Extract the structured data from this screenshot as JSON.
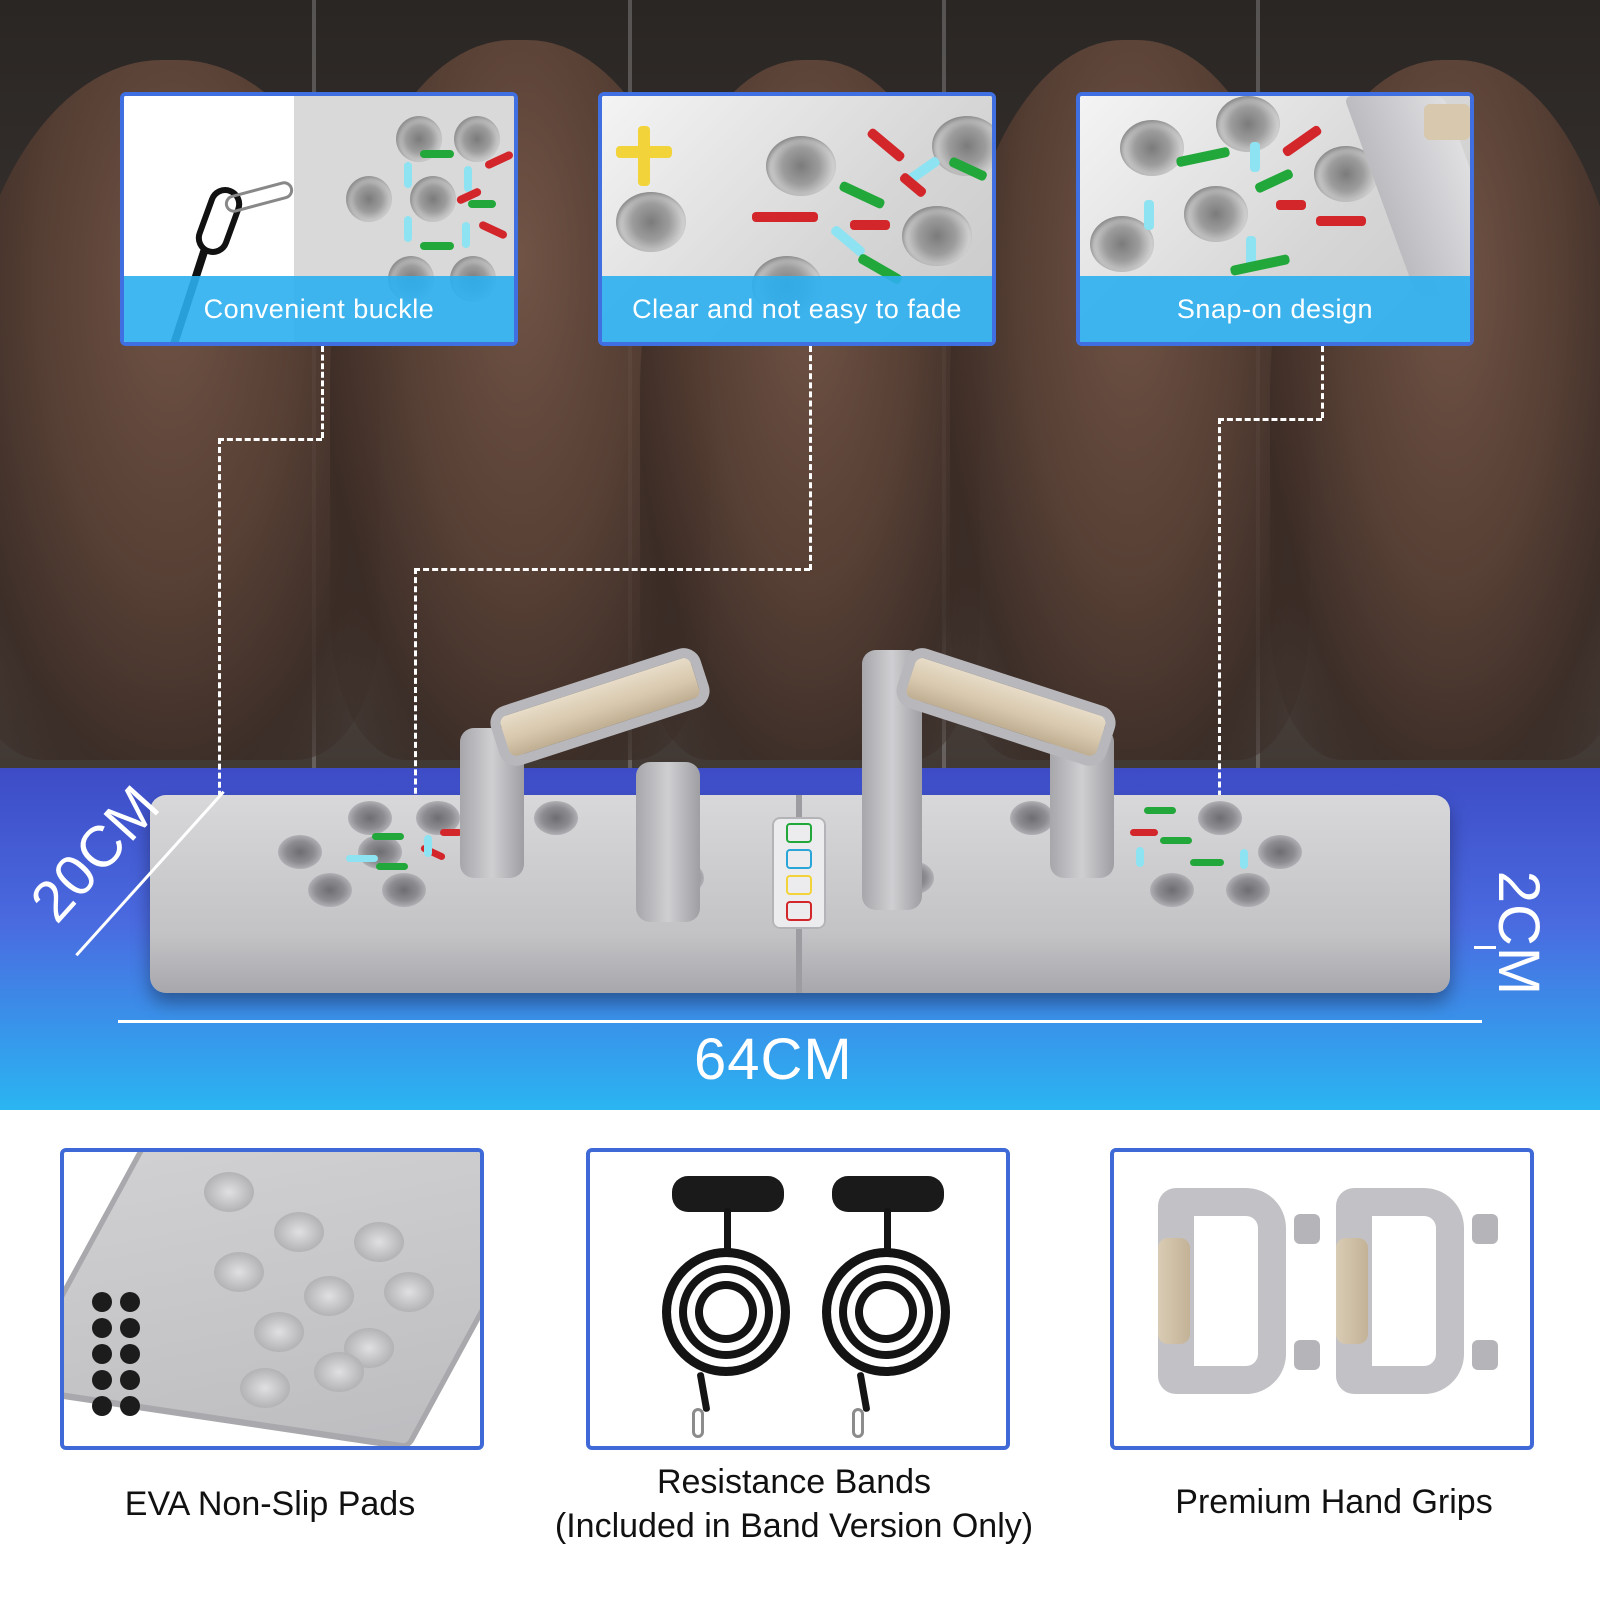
{
  "callouts": [
    {
      "caption": "Convenient buckle"
    },
    {
      "caption": "Clear and not easy to fade"
    },
    {
      "caption": "Snap-on design"
    }
  ],
  "dimensions": {
    "width": "20CM",
    "height": "2CM",
    "length": "64CM"
  },
  "features": [
    {
      "label": "EVA Non-Slip Pads"
    },
    {
      "label_line1": "Resistance Bands",
      "label_line2": "(Included in Band Version Only)"
    },
    {
      "label": "Premium Hand Grips"
    }
  ],
  "colors": {
    "accent_blue": "#3f6fe0",
    "caption_blue": "#2cafef",
    "mark_green": "#22a83a",
    "mark_red": "#d2262a",
    "mark_cyan": "#8ee3f2",
    "mark_yellow": "#f2d43a"
  }
}
